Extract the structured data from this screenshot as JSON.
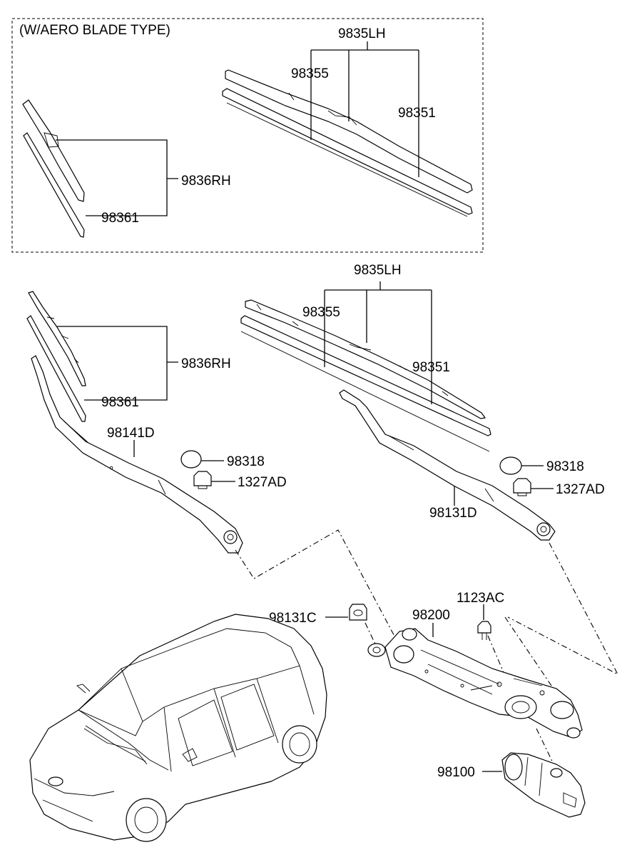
{
  "aero_box": {
    "title": "(W/AERO BLADE TYPE)",
    "lh_assembly": "9835LH",
    "lh_part_a": "98355",
    "lh_part_b": "98351",
    "rh_assembly": "9836RH",
    "rh_refill": "98361"
  },
  "standard": {
    "lh_assembly": "9835LH",
    "lh_part_a": "98355",
    "lh_part_b": "98351",
    "rh_assembly": "9836RH",
    "rh_refill": "98361",
    "rh_arm": "98141D",
    "lh_arm": "98131D",
    "cap_left": "98318",
    "nut_left": "1327AD",
    "cap_right": "98318",
    "nut_right": "1327AD"
  },
  "linkage": {
    "pivot_nut": "98131C",
    "linkage_assembly": "98200",
    "bolt": "1123AC",
    "motor": "98100"
  }
}
